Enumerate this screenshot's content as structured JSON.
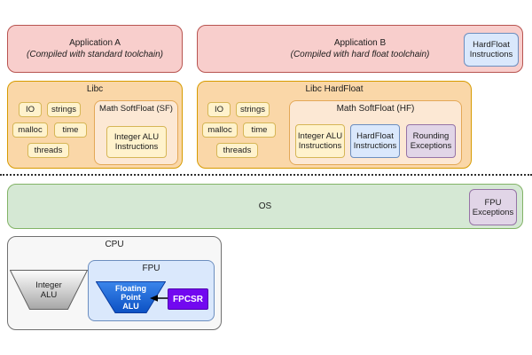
{
  "colors": {
    "app_fill": "#f8cecc",
    "app_border": "#b85450",
    "libc_fill": "#fad7a8",
    "libc_border": "#d79b00",
    "math_fill": "#fce8d4",
    "math_border": "#e3a857",
    "module_fill": "#fff2cc",
    "module_border": "#d6b656",
    "blue_fill": "#dae8fc",
    "blue_border": "#6c8ebf",
    "purple_fill": "#e1d5e7",
    "purple_border": "#9673a6",
    "os_fill": "#d5e8d4",
    "os_border": "#82b366",
    "cpu_fill": "#f7f7f7",
    "cpu_border": "#707070",
    "fp_alu_fill": "#1a66d9",
    "fpcsr_fill": "#7208f0",
    "integer_alu_fill": "#c9c9c9"
  },
  "app_a": {
    "title": "Application A",
    "subtitle": "(Compiled with standard toolchain)"
  },
  "app_b": {
    "title": "Application B",
    "subtitle": "(Compiled with hard float toolchain)",
    "hardfloat_badge": "HardFloat\nInstructions"
  },
  "libc": {
    "title": "Libc",
    "modules": [
      "IO",
      "strings",
      "malloc",
      "time",
      "threads"
    ],
    "math": {
      "title": "Math SoftFloat (SF)",
      "boxes": [
        "Integer ALU\nInstructions"
      ]
    }
  },
  "libc_hardfloat": {
    "title": "Libc HardFloat",
    "modules": [
      "IO",
      "strings",
      "malloc",
      "time",
      "threads"
    ],
    "math": {
      "title": "Math SoftFloat (HF)",
      "boxes": [
        "Integer ALU\nInstructions",
        "HardFloat\nInstructions",
        "Rounding\nExceptions"
      ]
    }
  },
  "os": {
    "title": "OS",
    "fpu_exceptions_badge": "FPU\nExceptions"
  },
  "cpu": {
    "title": "CPU",
    "integer_alu": "Integer\nALU",
    "fpu": {
      "title": "FPU",
      "floating_point_alu": "Floating\nPoint\nALU",
      "fpcsr": "FPCSR"
    }
  }
}
